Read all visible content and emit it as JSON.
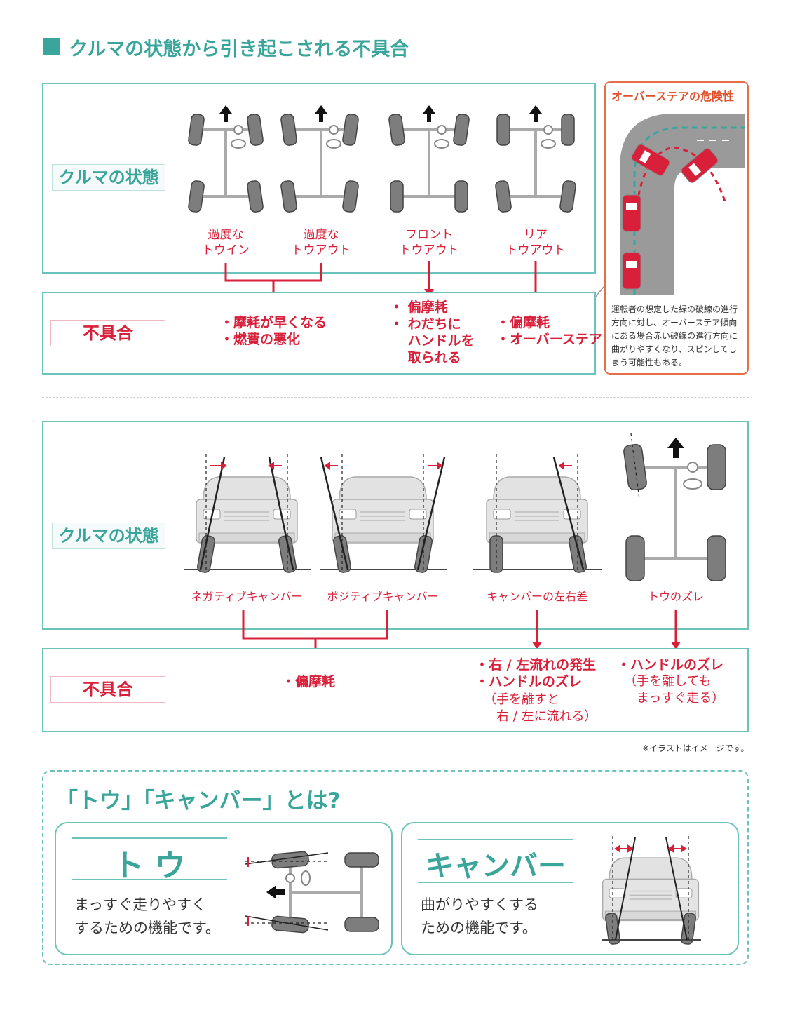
{
  "header": {
    "title": "クルマの状態から引き起こされる不具合"
  },
  "labels": {
    "state": "クルマの状態",
    "fault": "不具合"
  },
  "section1": {
    "captions": [
      "過度な\nトウイン",
      "過度な\nトウアウト",
      "フロント\nトウアウト",
      "リア\nトウアウト"
    ],
    "faults": {
      "group1": "・摩耗が早くなる\n・燃費の悪化",
      "group2": "・ 偏摩耗\n・ わだちに\n　 ハンドルを\n　 取られる",
      "group3": "・偏摩耗\n・オーバーステア"
    },
    "oversteer": {
      "title": "オーバーステアの危険性",
      "description": "運転者の想定した緑の破線の進行方向に対し、オーバーステア傾向にある場合赤い破線の進行方向に曲がりやすくなり、スピンしてしまう可能性もある。"
    }
  },
  "section2": {
    "captions": [
      "ネガティブキャンバー",
      "ポジティブキャンバー",
      "キャンバーの左右差",
      "トウのズレ"
    ],
    "faults": {
      "group1": "・偏摩耗",
      "group2_bold": "・右 / 左流れの発生\n・ハンドルのズレ",
      "group2_sub": "（手を離すと\n　右 / 左に流れる）",
      "group3_bold": "・ハンドルのズレ",
      "group3_sub": "（手を離しても\n　まっすぐ走る）"
    }
  },
  "note": "※イラストはイメージです。",
  "explain": {
    "title": "「トウ」「キャンバー」とは?",
    "toe": {
      "heading": "ト ウ",
      "desc": "まっすぐ走りやすく\nするための機能です。"
    },
    "camber": {
      "heading": "キャンバー",
      "desc": "曲がりやすくする\nための機能です。"
    }
  },
  "colors": {
    "teal": "#3aa59b",
    "red": "#d8203a",
    "panel_border": "#6cc3bb"
  }
}
